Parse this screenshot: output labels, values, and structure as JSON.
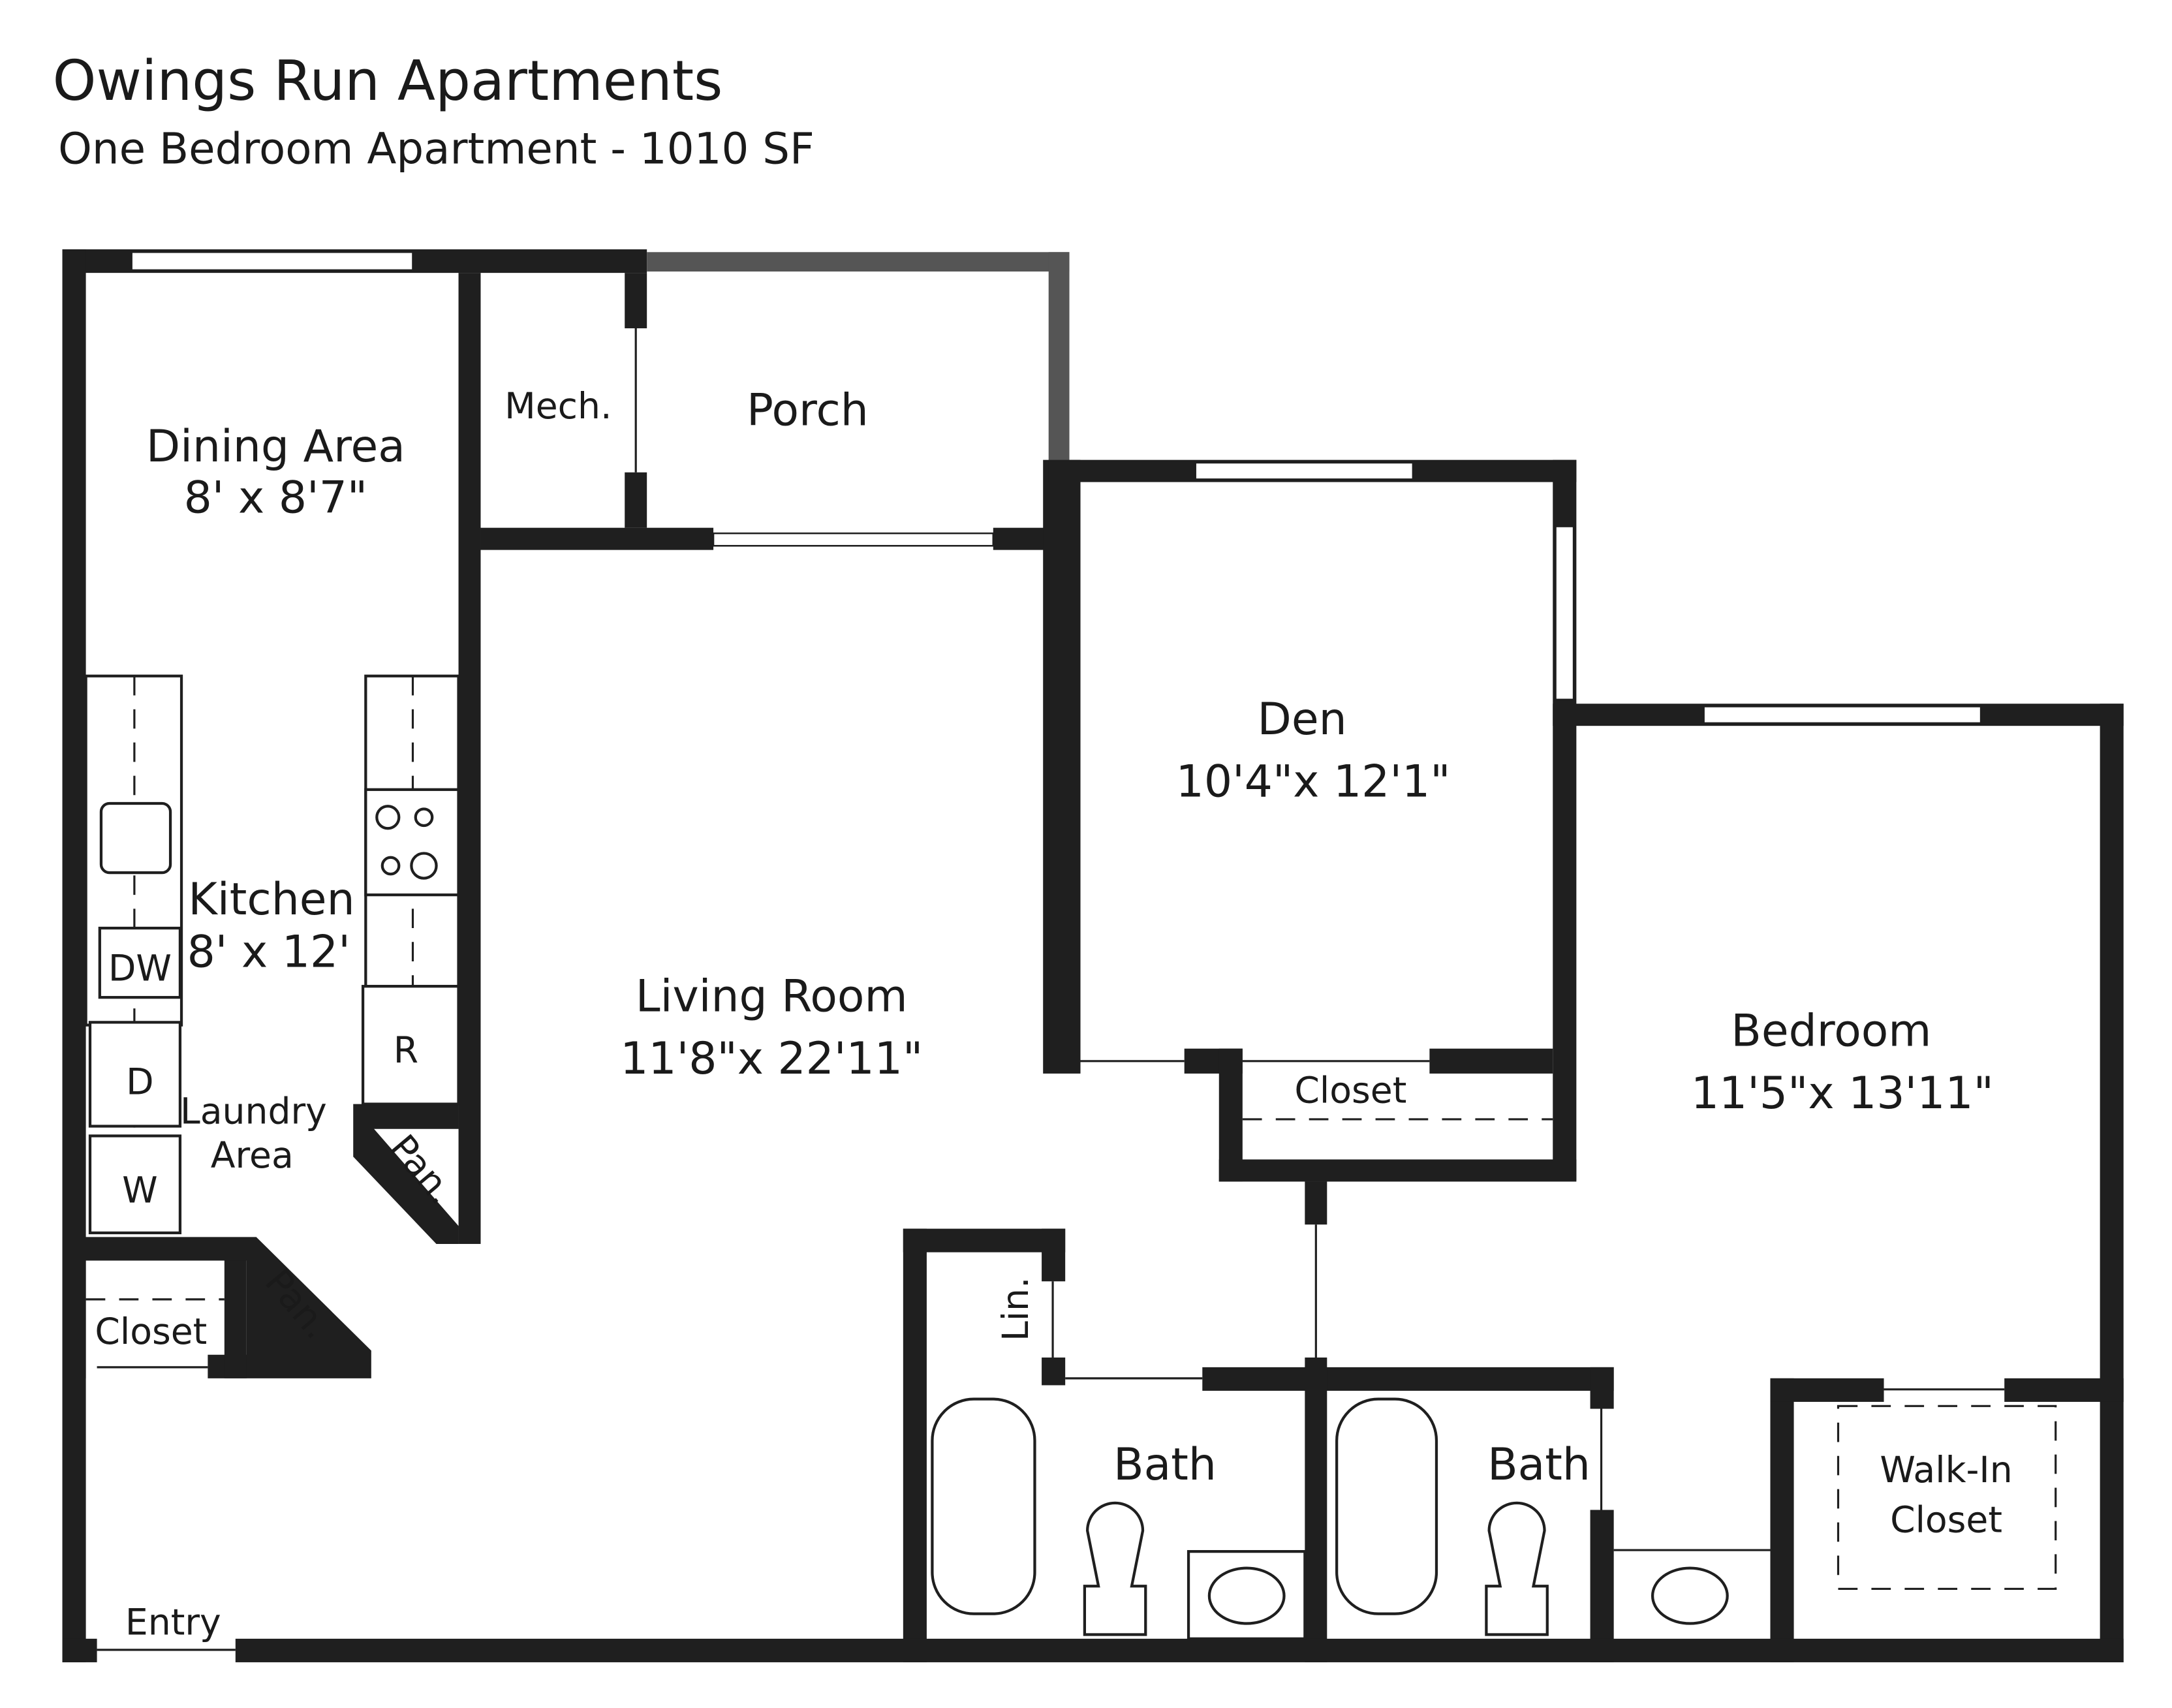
{
  "header": {
    "title": "Owings Run Apartments",
    "subtitle": "One Bedroom Apartment - 1010 SF"
  },
  "rooms": {
    "dining": {
      "name": "Dining Area",
      "dims": "8' x 8'7\""
    },
    "mech": {
      "name": "Mech."
    },
    "porch": {
      "name": "Porch"
    },
    "den": {
      "name": "Den",
      "dims": "10'4\"x 12'1\""
    },
    "kitchen": {
      "name": "Kitchen",
      "dims": "8' x 12'"
    },
    "living": {
      "name": "Living Room",
      "dims": "11'8\"x 22'11\""
    },
    "bedroom": {
      "name": "Bedroom",
      "dims": "11'5\"x 13'11\""
    },
    "laundry": {
      "line1": "Laundry",
      "line2": "Area"
    },
    "den_closet": {
      "name": "Closet"
    },
    "entry_closet": {
      "name": "Closet"
    },
    "kitchen_pantry": {
      "name": "Pan."
    },
    "entry_pantry": {
      "name": "Pan."
    },
    "linen": {
      "name": "Lin."
    },
    "bath1": {
      "name": "Bath"
    },
    "bath2": {
      "name": "Bath"
    },
    "walkin": {
      "line1": "Walk-In",
      "line2": "Closet"
    },
    "entry": {
      "name": "Entry"
    }
  },
  "appliances": {
    "dishwasher": "DW",
    "dryer": "D",
    "washer": "W",
    "refrigerator": "R"
  },
  "colors": {
    "wall": "#1f1f1f",
    "porch_rail": "#555555",
    "background": "#ffffff"
  }
}
